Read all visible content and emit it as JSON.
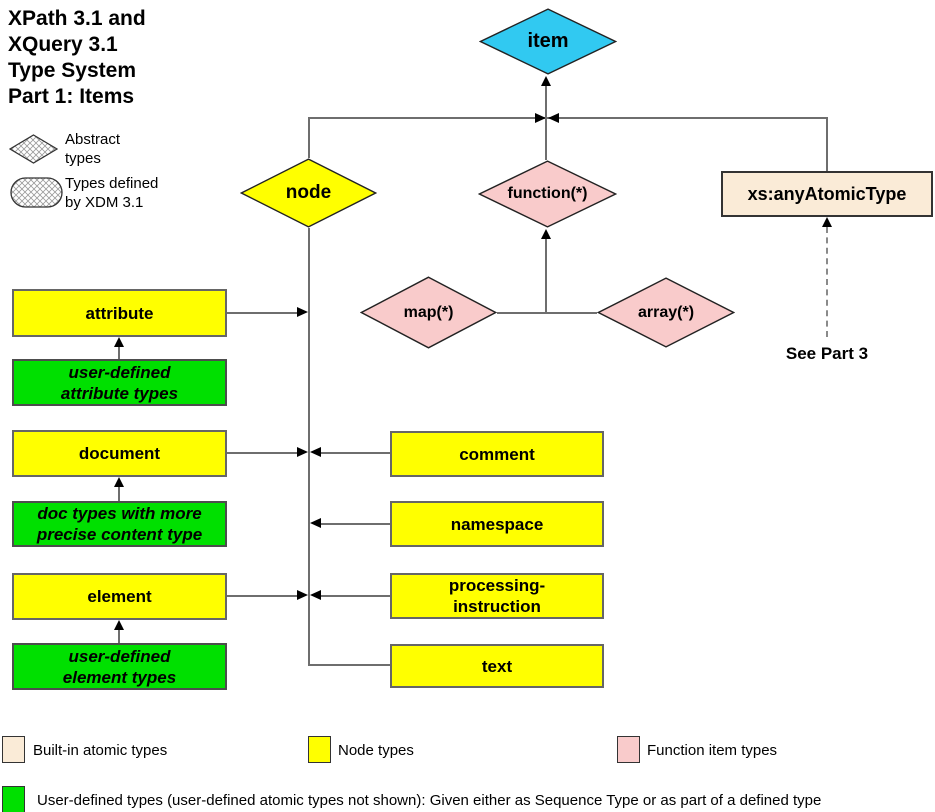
{
  "title_lines": [
    "XPath 3.1 and",
    "XQuery 3.1",
    "Type System",
    "Part 1: Items"
  ],
  "shape_legend": {
    "abstract_label": "Abstract types",
    "xdm_label": "Types defined by XDM 3.1"
  },
  "nodes": {
    "item": "item",
    "node": "node",
    "function": "function(*)",
    "any_atomic": "xs:anyAtomicType",
    "map": "map(*)",
    "array": "array(*)",
    "attribute": "attribute",
    "document": "document",
    "element": "element",
    "comment": "comment",
    "namespace": "namespace",
    "processing_instruction": "processing-instruction",
    "text": "text",
    "user_attribute": "user-defined attribute types",
    "doc_precise": "doc types with more precise content type",
    "user_element": "user-defined element types"
  },
  "annotations": {
    "see_part3": "See Part 3"
  },
  "color_legend": {
    "builtin": {
      "label": "Built-in atomic types",
      "color": "#FAEBD7"
    },
    "node_types": {
      "label": "Node types",
      "color": "#FFFF00"
    },
    "function_items": {
      "label": "Function item types",
      "color": "#F9CBCB"
    },
    "user_defined": {
      "label": "User-defined types (user-defined atomic types not shown):  Given either as Sequence Type or as part of a defined type",
      "color": "#00E000"
    }
  },
  "colors": {
    "item_fill": "#31C9F1",
    "node_fill": "#FFFF00",
    "function_fill": "#F9CBCB",
    "atomic_fill": "#FAEBD7",
    "user_fill": "#00E000",
    "line": "#6e6e6e"
  }
}
